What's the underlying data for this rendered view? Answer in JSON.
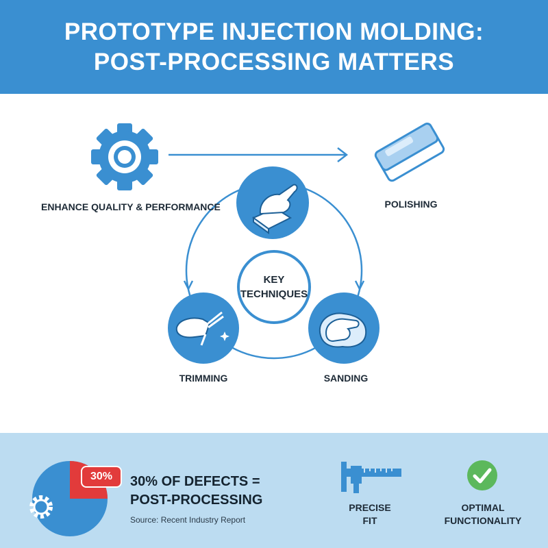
{
  "header": {
    "title_line1": "PROTOTYPE INJECTION MOLDING:",
    "title_line2": "POST-PROCESSING MATTERS"
  },
  "diagram": {
    "left_label": "ENHANCE QUALITY & PERFORMANCE",
    "right_label": "POLISHING",
    "center_line1": "KEY",
    "center_line2": "TECHNIQUES",
    "trimming_label": "TRIMMING",
    "sanding_label": "SANDING"
  },
  "stat": {
    "badge": "30%",
    "title_line1": "30% OF DEFECTS =",
    "title_line2": "POST-PROCESSING",
    "source": "Source: Recent Industry Report"
  },
  "features": [
    {
      "line1": "PRECISE",
      "line2": "FIT",
      "icon": "caliper-icon"
    },
    {
      "line1": "OPTIMAL",
      "line2": "FUNCTIONALITY",
      "icon": "checkmark-icon"
    }
  ],
  "colors": {
    "primary": "#3a8fd1",
    "light_band": "#bcdcf1",
    "alert_red": "#e23b3b",
    "check_green": "#5cb85c"
  }
}
